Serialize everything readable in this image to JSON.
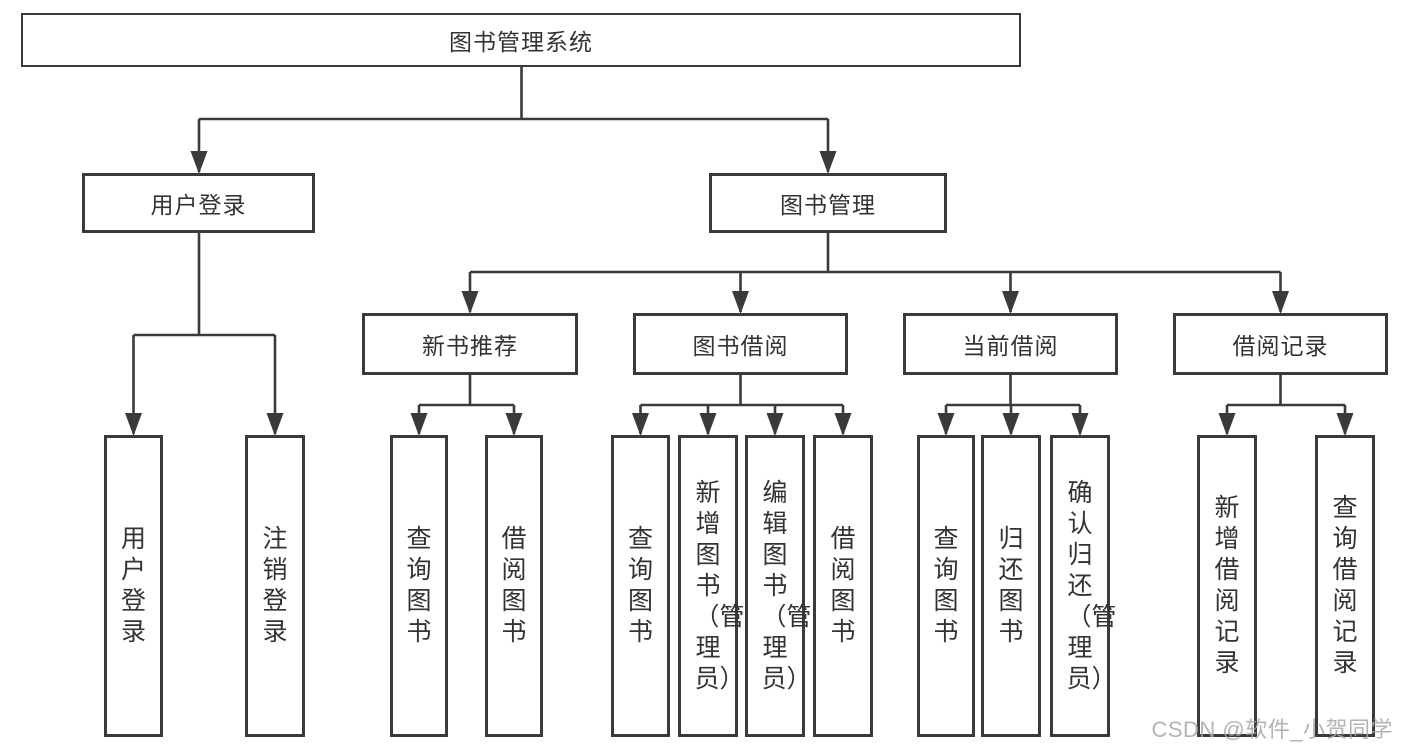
{
  "diagram": {
    "type": "hierarchy-tree",
    "root": {
      "label": "图书管理系统"
    },
    "level2": [
      {
        "label": "用户登录"
      },
      {
        "label": "图书管理"
      }
    ],
    "level3": [
      {
        "label": "新书推荐"
      },
      {
        "label": "图书借阅"
      },
      {
        "label": "当前借阅"
      },
      {
        "label": "借阅记录"
      }
    ],
    "leaves": {
      "user_login": [
        {
          "label": "用户登录"
        },
        {
          "label": "注销登录"
        }
      ],
      "new_book": [
        {
          "label": "查询图书"
        },
        {
          "label": "借阅图书"
        }
      ],
      "book_borrow": [
        {
          "label": "查询图书"
        },
        {
          "label": "新增图书（管理员）"
        },
        {
          "label": "编辑图书（管理员）"
        },
        {
          "label": "借阅图书"
        }
      ],
      "current_borrow": [
        {
          "label": "查询图书"
        },
        {
          "label": "归还图书"
        },
        {
          "label": "确认归还（管理员）"
        }
      ],
      "borrow_record": [
        {
          "label": "新增借阅记录"
        },
        {
          "label": "查询借阅记录"
        }
      ]
    }
  },
  "watermark": {
    "text": "CSDN @软件_小贺同学"
  },
  "colors": {
    "line": "#3a3a3a",
    "text": "#333333",
    "box_fill": "#ffffff",
    "background": "#ffffff",
    "watermark": "#a8a8a8"
  }
}
